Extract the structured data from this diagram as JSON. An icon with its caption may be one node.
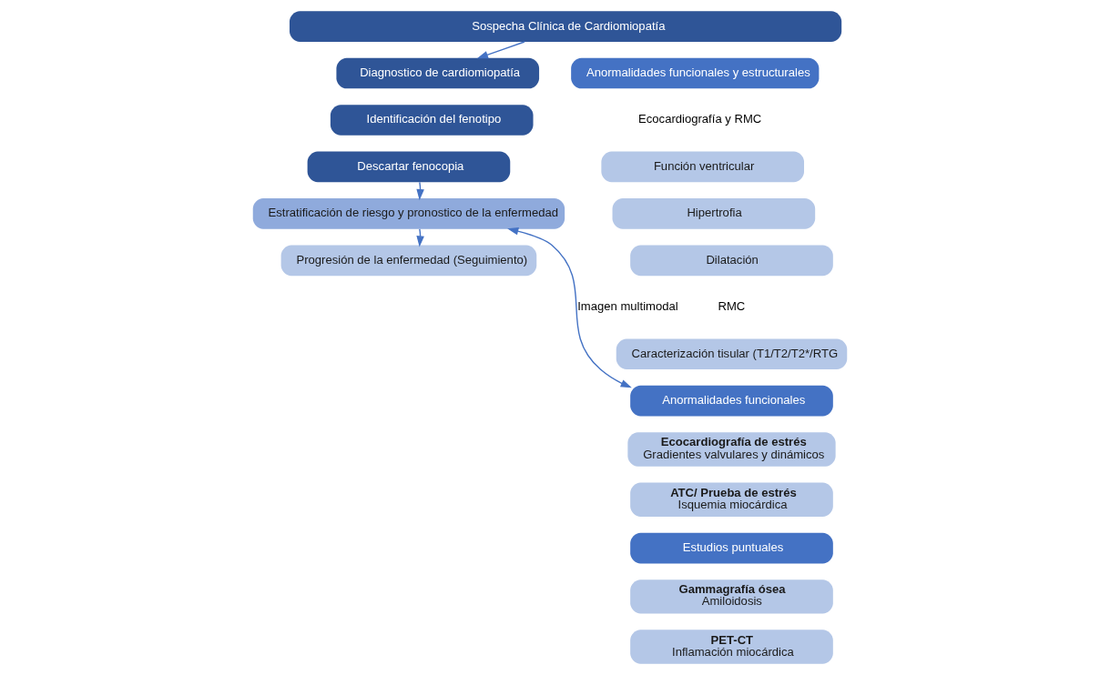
{
  "diagram": {
    "nodes": [
      {
        "text": [
          "Sospecha Clínica de Cardiomiopatía"
        ]
      },
      {
        "text": [
          "Diagnostico de cardiomiopatía"
        ]
      },
      {
        "text": [
          "Identificación del fenotipo"
        ]
      },
      {
        "text": [
          "Descartar fenocopia"
        ]
      },
      {
        "text": [
          "Estratificación de riesgo y pronostico de la enfermedad"
        ]
      },
      {
        "text": [
          "Progresión de la enfermedad (Seguimiento)"
        ]
      },
      {
        "text": [
          "Anormalidades funcionales y estructurales"
        ]
      },
      {
        "text": [
          "Función ventricular"
        ]
      },
      {
        "text": [
          "Hipertrofia"
        ]
      },
      {
        "text": [
          "Dilatación"
        ]
      },
      {
        "text": [
          "Caracterización tisular (T1/T2/T2*/RTG"
        ]
      },
      {
        "text": [
          "Anormalidades funcionales"
        ]
      },
      {
        "text": [
          "Ecocardiografía de estrés",
          "Gradientes valvulares y dinámicos"
        ]
      },
      {
        "text": [
          "ATC/ Prueba de estrés",
          "Isquemia miocárdica"
        ]
      },
      {
        "text": [
          "Estudios puntuales"
        ]
      },
      {
        "text": [
          "Gammagrafía ósea",
          "Amiloidosis"
        ]
      },
      {
        "text": [
          "PET-CT",
          "Inflamación miocárdica"
        ]
      }
    ],
    "edges": [
      {
        "from": 0,
        "to": 1,
        "arrow": "to"
      },
      {
        "from": 3,
        "to": 4,
        "arrow": "to"
      },
      {
        "from": 4,
        "to": 5,
        "arrow": "to"
      },
      {
        "from": 4,
        "to": 11,
        "arrow": "both",
        "label": "Imagen multimodal"
      }
    ],
    "labels": [
      "Ecocardiografía y RMC",
      "RMC"
    ]
  }
}
